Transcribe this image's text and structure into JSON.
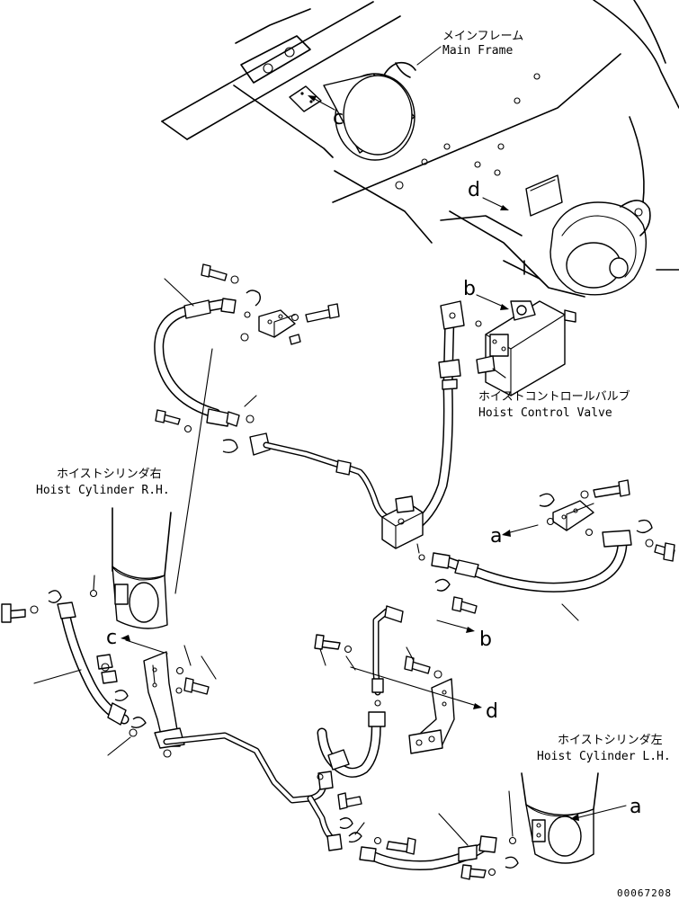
{
  "labels": {
    "main_frame_jp": "メインフレーム",
    "main_frame_en": "Main Frame",
    "hoist_control_valve_jp": "ホイストコントロールバルブ",
    "hoist_control_valve_en": "Hoist Control Valve",
    "hoist_cylinder_rh_jp": "ホイストシリンダ右",
    "hoist_cylinder_rh_en": "Hoist Cylinder R.H.",
    "hoist_cylinder_lh_jp": "ホイストシリンダ左",
    "hoist_cylinder_lh_en": "Hoist Cylinder L.H."
  },
  "refs": {
    "a": "a",
    "b": "b",
    "c": "c",
    "d": "d"
  },
  "drawing_number": "00067208"
}
